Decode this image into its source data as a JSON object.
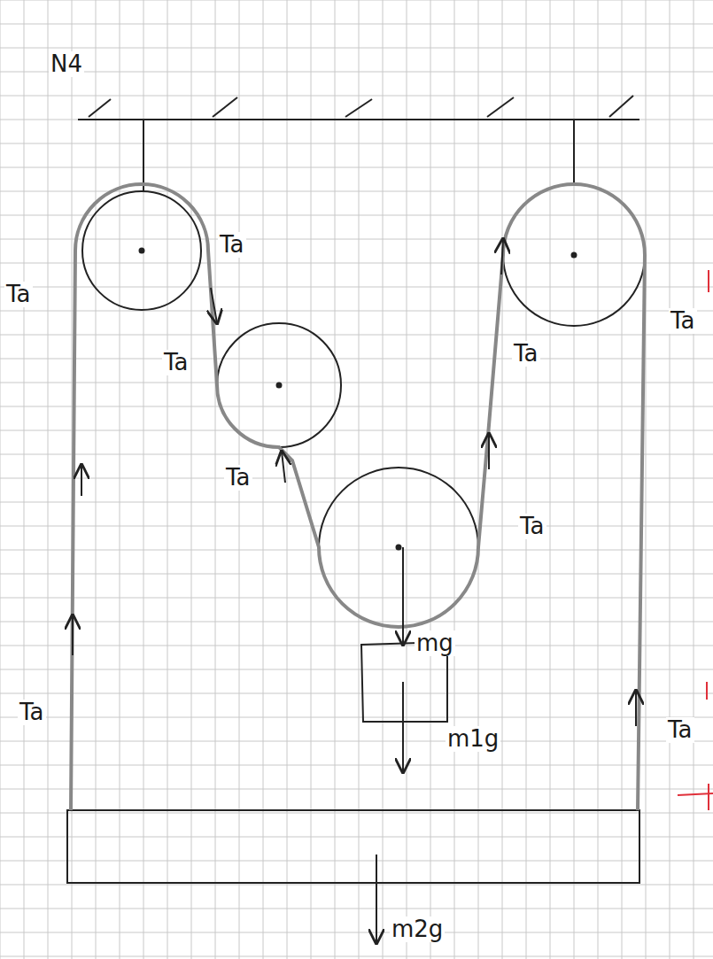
{
  "diagram": {
    "labels": [
      "N4",
      "Ta",
      "Ta",
      "Ta",
      "Ta",
      "Ta",
      "Ta",
      "Ta",
      "Ta",
      "Ta",
      "mg",
      "m1g",
      "m2g"
    ]
  }
}
